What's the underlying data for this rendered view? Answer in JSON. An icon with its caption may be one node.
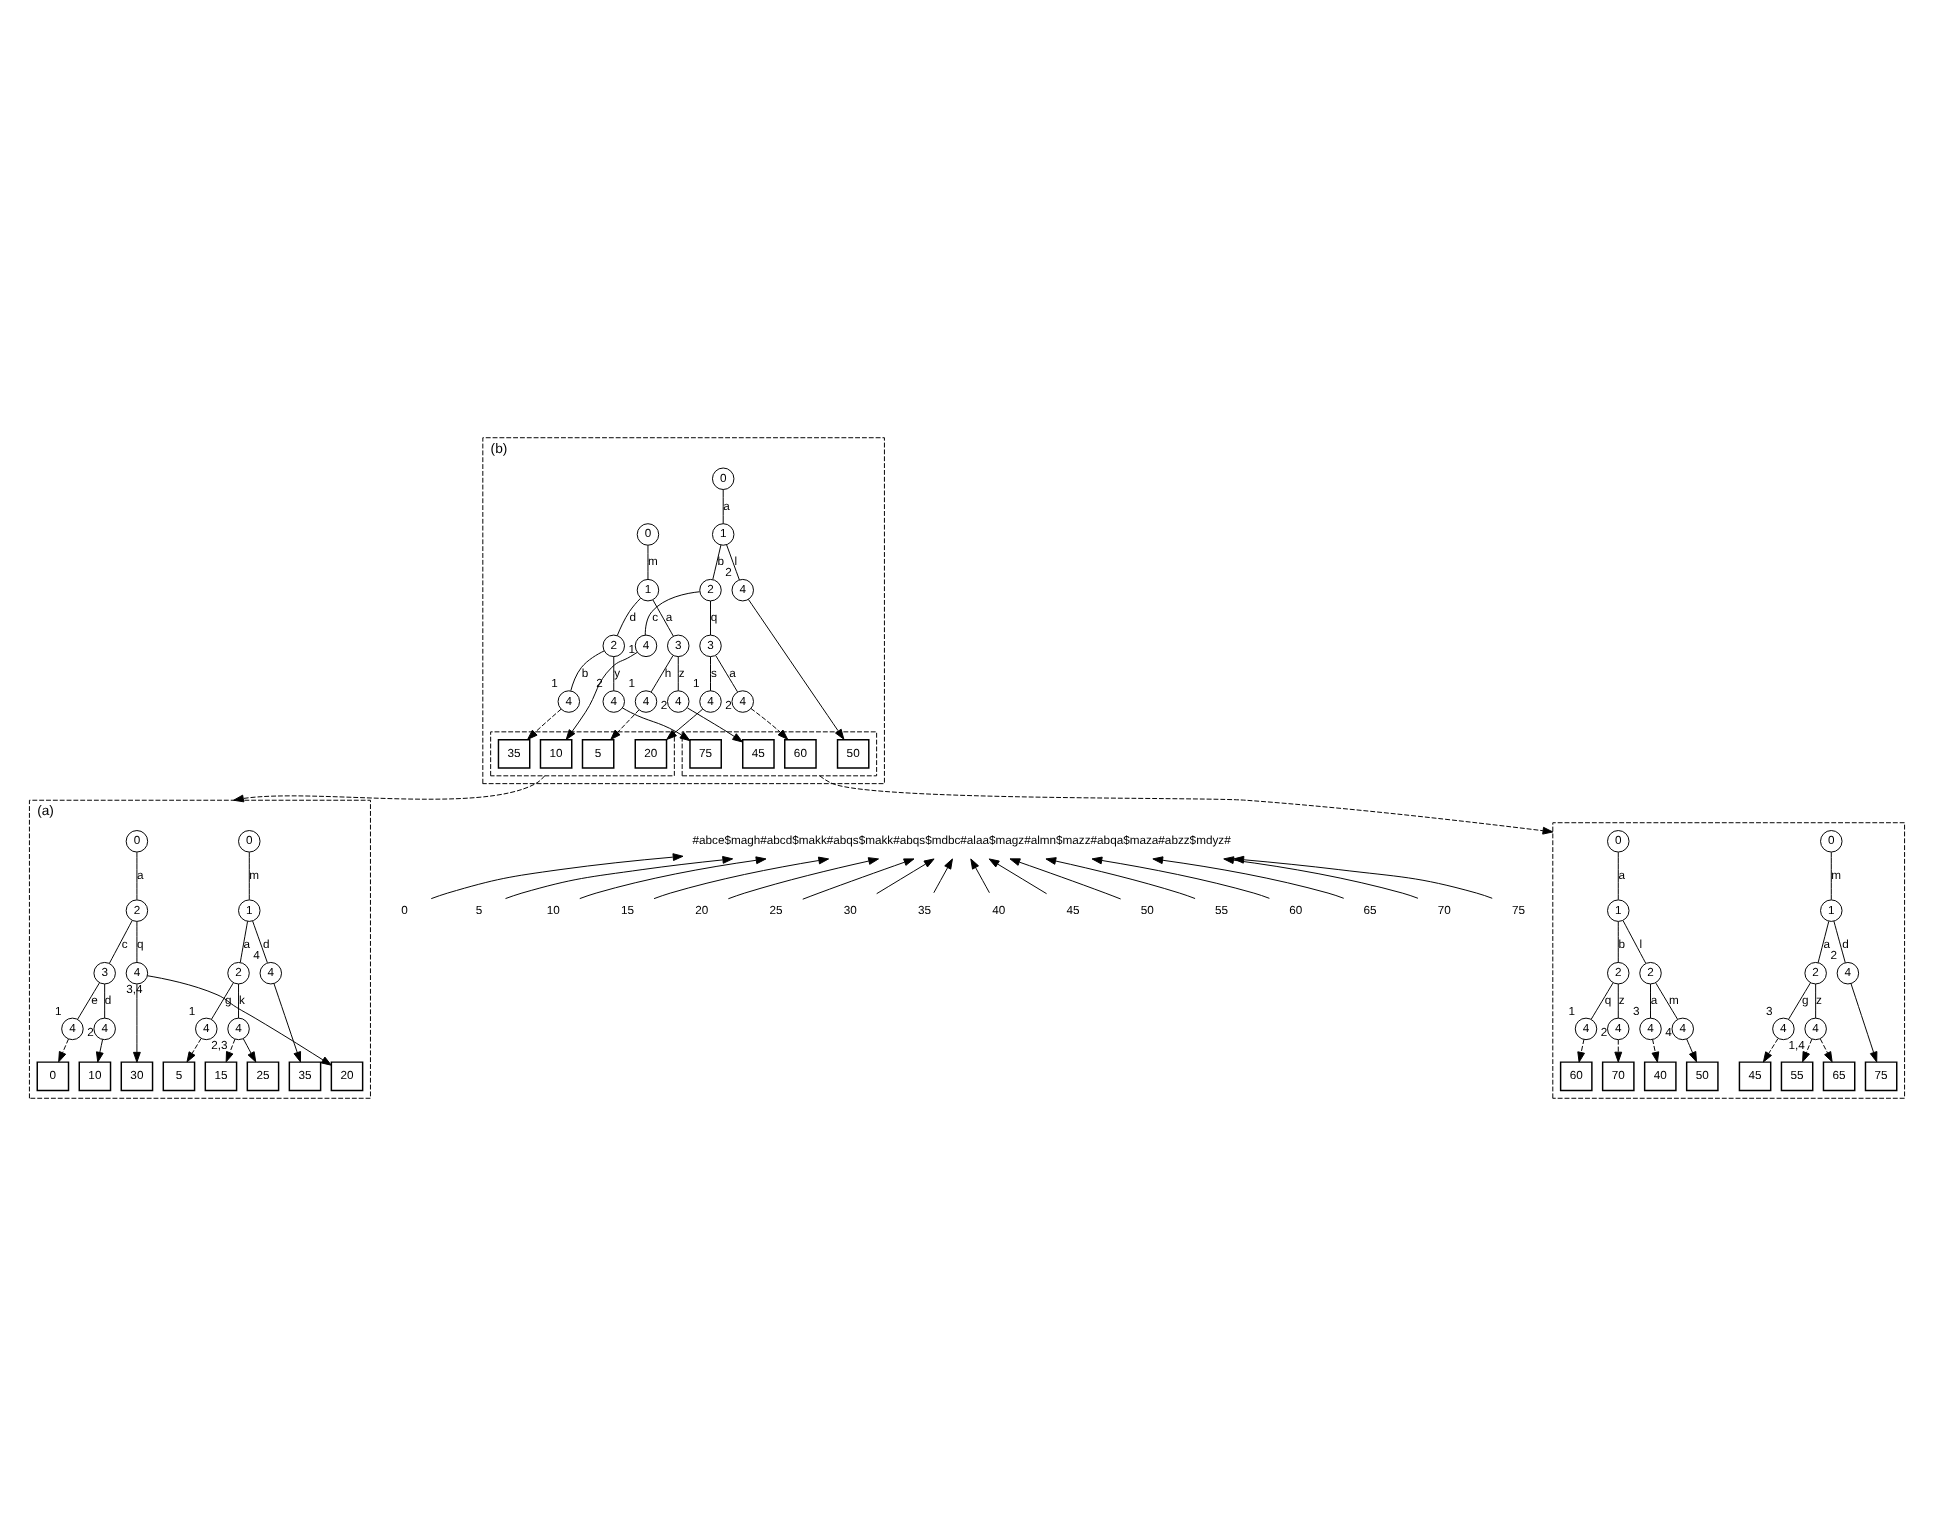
{
  "diagram": {
    "nodes": [
      {
        "text": [
          "(b)"
        ]
      },
      {
        "text": [
          "0"
        ],
        "in": 0
      },
      {
        "text": [
          "1"
        ],
        "in": 0
      },
      {
        "text": [
          "2"
        ],
        "in": 0
      },
      {
        "text": [
          "4"
        ],
        "beside": [
          "2"
        ],
        "in": 0
      },
      {
        "text": [
          "4"
        ],
        "beside": [
          "1"
        ],
        "in": 0
      },
      {
        "text": [
          "3"
        ],
        "in": 0
      },
      {
        "text": [
          "4"
        ],
        "beside": [
          "2"
        ],
        "in": 0
      },
      {
        "text": [
          "4"
        ],
        "beside": [
          "1"
        ],
        "in": 0
      },
      {
        "text": [
          "0"
        ],
        "in": 0
      },
      {
        "text": [
          "1"
        ],
        "in": 0
      },
      {
        "text": [
          "3"
        ],
        "in": 0
      },
      {
        "text": [
          "2"
        ],
        "in": 0
      },
      {
        "text": [
          "4"
        ],
        "beside": [
          "1"
        ],
        "in": 0
      },
      {
        "text": [
          "4"
        ],
        "beside": [
          "2"
        ],
        "in": 0
      },
      {
        "text": [
          "4"
        ],
        "beside": [
          "1"
        ],
        "in": 0
      },
      {
        "text": [
          "4"
        ],
        "beside": [
          "2"
        ],
        "in": 0
      },
      {
        "text": [],
        "shape": "box",
        "in": 0
      },
      {
        "text": [
          "10"
        ],
        "in": 17
      },
      {
        "text": [
          "20"
        ],
        "in": 17
      },
      {
        "text": [
          "5"
        ],
        "in": 17
      },
      {
        "text": [
          "35"
        ],
        "in": 17
      },
      {
        "text": [],
        "shape": "box",
        "in": 0
      },
      {
        "text": [
          "60"
        ],
        "in": 22
      },
      {
        "text": [
          "50"
        ],
        "in": 22
      },
      {
        "text": [
          "45"
        ],
        "in": 22
      },
      {
        "text": [
          "75"
        ],
        "in": 22
      },
      {
        "text": [
          "(a)"
        ]
      },
      {
        "text": [
          "0"
        ],
        "in": 27
      },
      {
        "text": [
          "2"
        ],
        "in": 27
      },
      {
        "text": [
          "3"
        ],
        "in": 27
      },
      {
        "text": [
          "4"
        ],
        "beside": [
          "3,4"
        ],
        "in": 27
      },
      {
        "text": [
          "4"
        ],
        "beside": [
          "2"
        ],
        "in": 27
      },
      {
        "text": [
          "4"
        ],
        "beside": [
          "1"
        ],
        "in": 27
      },
      {
        "text": [
          "0"
        ],
        "in": 27
      },
      {
        "text": [
          "1"
        ],
        "in": 27
      },
      {
        "text": [
          "2"
        ],
        "in": 27
      },
      {
        "text": [
          "4"
        ],
        "beside": [
          "4"
        ],
        "in": 27
      },
      {
        "text": [
          "4"
        ],
        "beside": [
          "1"
        ],
        "in": 27
      },
      {
        "text": [
          "4"
        ],
        "beside": [
          "2,3"
        ],
        "in": 27
      },
      {
        "text": [
          "0"
        ],
        "in": 27
      },
      {
        "text": [
          "5"
        ],
        "in": 27
      },
      {
        "text": [
          "10"
        ],
        "in": 27
      },
      {
        "text": [
          "15"
        ],
        "in": 27
      },
      {
        "text": [
          "20"
        ],
        "in": 27
      },
      {
        "text": [
          "25"
        ],
        "in": 27
      },
      {
        "text": [
          "30"
        ],
        "in": 27
      },
      {
        "text": [
          "35"
        ],
        "in": 27
      },
      {
        "text": [],
        "shape": "box"
      },
      {
        "text": [
          "0"
        ],
        "in": 48
      },
      {
        "text": [
          "1"
        ],
        "in": 48
      },
      {
        "text": [
          "2"
        ],
        "in": 48
      },
      {
        "text": [
          "2"
        ],
        "in": 48
      },
      {
        "text": [
          "4"
        ],
        "beside": [
          "1"
        ],
        "in": 48
      },
      {
        "text": [
          "4"
        ],
        "beside": [
          "2"
        ],
        "in": 48
      },
      {
        "text": [
          "4"
        ],
        "beside": [
          "3"
        ],
        "in": 48
      },
      {
        "text": [
          "4"
        ],
        "beside": [
          "4"
        ],
        "in": 48
      },
      {
        "text": [
          "0"
        ],
        "in": 48
      },
      {
        "text": [
          "1"
        ],
        "in": 48
      },
      {
        "text": [
          "2"
        ],
        "in": 48
      },
      {
        "text": [
          "4"
        ],
        "beside": [
          "2"
        ],
        "in": 48
      },
      {
        "text": [
          "4"
        ],
        "beside": [
          "3"
        ],
        "in": 48
      },
      {
        "text": [
          "4"
        ],
        "beside": [
          "1,4"
        ],
        "in": 48
      },
      {
        "text": [
          "40"
        ],
        "in": 48
      },
      {
        "text": [
          "45"
        ],
        "in": 48
      },
      {
        "text": [
          "50"
        ],
        "in": 48
      },
      {
        "text": [
          "55"
        ],
        "in": 48
      },
      {
        "text": [
          "60"
        ],
        "in": 48
      },
      {
        "text": [
          "65"
        ],
        "in": 48
      },
      {
        "text": [
          "70"
        ],
        "in": 48
      },
      {
        "text": [
          "75"
        ],
        "in": 48
      },
      {
        "text": [
          "#abce$magh#abcd$makk#abqs$makk#abqs$mdbc#alaa$magz#almn$mazz#abqa$maza#abzz$mdyz#"
        ]
      },
      {
        "text": [
          "0"
        ]
      },
      {
        "text": [
          "5"
        ]
      },
      {
        "text": [
          "10"
        ]
      },
      {
        "text": [
          "15"
        ]
      },
      {
        "text": [
          "20"
        ]
      },
      {
        "text": [
          "25"
        ]
      },
      {
        "text": [
          "30"
        ]
      },
      {
        "text": [
          "35"
        ]
      },
      {
        "text": [
          "40"
        ]
      },
      {
        "text": [
          "45"
        ]
      },
      {
        "text": [
          "50"
        ]
      },
      {
        "text": [
          "55"
        ]
      },
      {
        "text": [
          "60"
        ]
      },
      {
        "text": [
          "65"
        ]
      },
      {
        "text": [
          "70"
        ]
      },
      {
        "text": [
          "75"
        ]
      }
    ],
    "edges": [
      {
        "from": 1,
        "to": 2,
        "arrow": "none",
        "label": "a"
      },
      {
        "from": 2,
        "to": 3,
        "arrow": "none",
        "label": "b"
      },
      {
        "from": 2,
        "to": 4,
        "arrow": "none",
        "label": "l"
      },
      {
        "from": 3,
        "to": 5,
        "arrow": "none",
        "label": "c"
      },
      {
        "from": 3,
        "to": 6,
        "arrow": "none",
        "label": "q"
      },
      {
        "from": 6,
        "to": 7,
        "arrow": "none",
        "label": "a"
      },
      {
        "from": 6,
        "to": 8,
        "arrow": "none",
        "label": "s"
      },
      {
        "from": 9,
        "to": 10,
        "arrow": "none",
        "label": "m"
      },
      {
        "from": 10,
        "to": 11,
        "arrow": "none",
        "label": "a"
      },
      {
        "from": 10,
        "to": 12,
        "arrow": "none",
        "label": "d"
      },
      {
        "from": 11,
        "to": 13,
        "arrow": "none",
        "label": "h"
      },
      {
        "from": 11,
        "to": 14,
        "arrow": "none",
        "label": "z"
      },
      {
        "from": 12,
        "to": 15,
        "arrow": "none",
        "label": "b"
      },
      {
        "from": 12,
        "to": 16,
        "arrow": "none",
        "label": "y"
      },
      {
        "from": 5,
        "to": 18,
        "arrow": "to"
      },
      {
        "from": 8,
        "to": 19,
        "arrow": "to"
      },
      {
        "from": 13,
        "to": 20,
        "arrow": "to",
        "style": "dashed"
      },
      {
        "from": 15,
        "to": 21,
        "arrow": "to",
        "style": "dashed"
      },
      {
        "from": 7,
        "to": 23,
        "arrow": "to",
        "style": "dashed"
      },
      {
        "from": 4,
        "to": 24,
        "arrow": "to"
      },
      {
        "from": 14,
        "to": 25,
        "arrow": "to"
      },
      {
        "from": 16,
        "to": 26,
        "arrow": "to"
      },
      {
        "from": 17,
        "to": 27,
        "arrow": "to",
        "style": "dashed"
      },
      {
        "from": 22,
        "to": 48,
        "arrow": "to",
        "style": "dashed"
      },
      {
        "from": 28,
        "to": 29,
        "arrow": "none",
        "label": "a"
      },
      {
        "from": 29,
        "to": 30,
        "arrow": "none",
        "label": "c"
      },
      {
        "from": 29,
        "to": 31,
        "arrow": "none",
        "label": "q"
      },
      {
        "from": 30,
        "to": 32,
        "arrow": "none",
        "label": "d"
      },
      {
        "from": 30,
        "to": 33,
        "arrow": "none",
        "label": "e"
      },
      {
        "from": 34,
        "to": 35,
        "arrow": "none",
        "label": "m"
      },
      {
        "from": 35,
        "to": 36,
        "arrow": "none",
        "label": "a"
      },
      {
        "from": 35,
        "to": 37,
        "arrow": "none",
        "label": "d"
      },
      {
        "from": 36,
        "to": 38,
        "arrow": "none",
        "label": "g"
      },
      {
        "from": 36,
        "to": 39,
        "arrow": "none",
        "label": "k"
      },
      {
        "from": 32,
        "to": 42,
        "arrow": "to"
      },
      {
        "from": 33,
        "to": 40,
        "arrow": "to",
        "style": "dashed"
      },
      {
        "from": 31,
        "to": 44,
        "arrow": "to"
      },
      {
        "from": 31,
        "to": 46,
        "arrow": "to"
      },
      {
        "from": 38,
        "to": 41,
        "arrow": "to",
        "style": "dashed"
      },
      {
        "from": 39,
        "to": 43,
        "arrow": "to",
        "style": "dashed"
      },
      {
        "from": 39,
        "to": 45,
        "arrow": "to"
      },
      {
        "from": 37,
        "to": 47,
        "arrow": "to"
      },
      {
        "from": 49,
        "to": 50,
        "arrow": "none",
        "label": "a"
      },
      {
        "from": 50,
        "to": 51,
        "arrow": "none",
        "label": "b"
      },
      {
        "from": 50,
        "to": 52,
        "arrow": "none",
        "label": "l"
      },
      {
        "from": 51,
        "to": 53,
        "arrow": "none",
        "label": "q"
      },
      {
        "from": 51,
        "to": 54,
        "arrow": "none",
        "label": "z"
      },
      {
        "from": 52,
        "to": 55,
        "arrow": "none",
        "label": "a"
      },
      {
        "from": 52,
        "to": 56,
        "arrow": "none",
        "label": "m"
      },
      {
        "from": 57,
        "to": 58,
        "arrow": "none",
        "label": "m"
      },
      {
        "from": 58,
        "to": 59,
        "arrow": "none",
        "label": "a"
      },
      {
        "from": 58,
        "to": 60,
        "arrow": "none",
        "label": "d"
      },
      {
        "from": 59,
        "to": 61,
        "arrow": "none",
        "label": "g"
      },
      {
        "from": 59,
        "to": 62,
        "arrow": "none",
        "label": "z"
      },
      {
        "from": 53,
        "to": 67,
        "arrow": "to",
        "style": "dashed"
      },
      {
        "from": 54,
        "to": 69,
        "arrow": "to",
        "style": "dashed"
      },
      {
        "from": 55,
        "to": 63,
        "arrow": "to",
        "style": "dashed"
      },
      {
        "from": 56,
        "to": 65,
        "arrow": "to"
      },
      {
        "from": 61,
        "to": 64,
        "arrow": "to",
        "style": "dashed"
      },
      {
        "from": 62,
        "to": 66,
        "arrow": "to",
        "style": "dashed"
      },
      {
        "from": 62,
        "to": 68,
        "arrow": "to",
        "style": "dashed"
      },
      {
        "from": 60,
        "to": 70,
        "arrow": "to"
      },
      {
        "from": 72,
        "to": 71,
        "arrow": "to"
      },
      {
        "from": 73,
        "to": 71,
        "arrow": "to"
      },
      {
        "from": 74,
        "to": 71,
        "arrow": "to"
      },
      {
        "from": 75,
        "to": 71,
        "arrow": "to"
      },
      {
        "from": 76,
        "to": 71,
        "arrow": "to"
      },
      {
        "from": 77,
        "to": 71,
        "arrow": "to"
      },
      {
        "from": 78,
        "to": 71,
        "arrow": "to"
      },
      {
        "from": 79,
        "to": 71,
        "arrow": "to"
      },
      {
        "from": 80,
        "to": 71,
        "arrow": "to"
      },
      {
        "from": 81,
        "to": 71,
        "arrow": "to"
      },
      {
        "from": 82,
        "to": 71,
        "arrow": "to"
      },
      {
        "from": 83,
        "to": 71,
        "arrow": "to"
      },
      {
        "from": 84,
        "to": 71,
        "arrow": "to"
      },
      {
        "from": 85,
        "to": 71,
        "arrow": "to"
      },
      {
        "from": 86,
        "to": 71,
        "arrow": "to"
      },
      {
        "from": 87,
        "to": 71,
        "arrow": "to"
      }
    ]
  }
}
